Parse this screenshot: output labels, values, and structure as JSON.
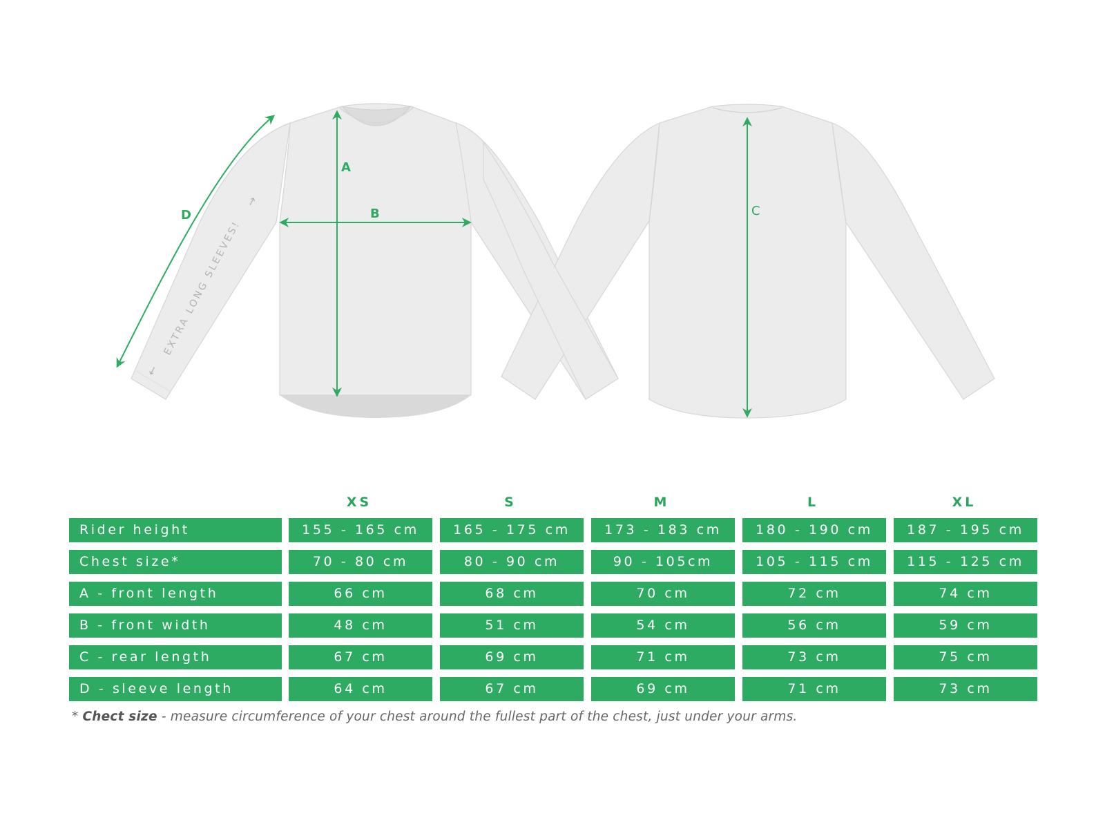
{
  "diagram": {
    "front_labels": {
      "a": "A",
      "b": "B",
      "d": "D"
    },
    "back_labels": {
      "c": "C"
    },
    "sleeve_note": "EXTRA LONG SLEEVES!",
    "colors": {
      "accent": "#2eab63",
      "garment": "#ececec",
      "garment_outline": "#d6d6d6",
      "hem_shadow": "#d9d9d9"
    }
  },
  "table": {
    "sizes": [
      "XS",
      "S",
      "M",
      "L",
      "XL"
    ],
    "rows": [
      {
        "label": "Rider height",
        "values": [
          "155 - 165 cm",
          "165 - 175 cm",
          "173 - 183 cm",
          "180 - 190 cm",
          "187 - 195 cm"
        ]
      },
      {
        "label": "Chest size*",
        "values": [
          "70 - 80 cm",
          "80 - 90 cm",
          "90 - 105cm",
          "105 - 115 cm",
          "115 - 125 cm"
        ]
      },
      {
        "label": "A - front length",
        "values": [
          "66 cm",
          "68 cm",
          "70 cm",
          "72 cm",
          "74 cm"
        ]
      },
      {
        "label": "B - front width",
        "values": [
          "48 cm",
          "51 cm",
          "54 cm",
          "56 cm",
          "59 cm"
        ]
      },
      {
        "label": "C - rear length",
        "values": [
          "67 cm",
          "69 cm",
          "71 cm",
          "73 cm",
          "75 cm"
        ]
      },
      {
        "label": "D - sleeve length",
        "values": [
          "64 cm",
          "67 cm",
          "69 cm",
          "71 cm",
          "73 cm"
        ]
      }
    ]
  },
  "footnote": {
    "prefix": "* ",
    "term": "Chect size",
    "text": " - measure circumference of your chest around the fullest part of the chest, just under your arms."
  }
}
